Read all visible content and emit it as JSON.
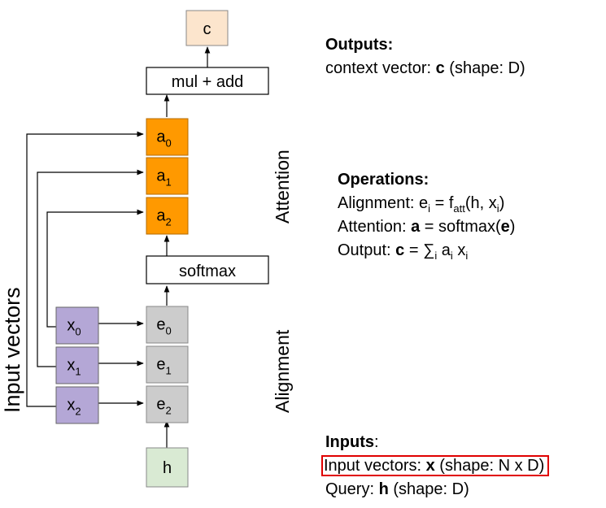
{
  "colors": {
    "output_box": "#fce5cd",
    "attention_box": "#ff9900",
    "alignment_box": "#cccccc",
    "input_box": "#b4a7d6",
    "query_box": "#d9ead3",
    "op_box": "#ffffff",
    "highlight_border": "#e00000"
  },
  "diagram": {
    "output_label": "c",
    "mul_add_label": "mul + add",
    "softmax_label": "softmax",
    "attention": [
      {
        "base": "a",
        "sub": "0"
      },
      {
        "base": "a",
        "sub": "1"
      },
      {
        "base": "a",
        "sub": "2"
      }
    ],
    "alignment": [
      {
        "base": "e",
        "sub": "0"
      },
      {
        "base": "e",
        "sub": "1"
      },
      {
        "base": "e",
        "sub": "2"
      }
    ],
    "inputs": [
      {
        "base": "x",
        "sub": "0"
      },
      {
        "base": "x",
        "sub": "1"
      },
      {
        "base": "x",
        "sub": "2"
      }
    ],
    "query_label": "h",
    "attention_side_label": "Attention",
    "alignment_side_label": "Alignment",
    "input_vectors_side_label": "Input vectors"
  },
  "outputs": {
    "heading": "Outputs:",
    "line_prefix": "context vector: ",
    "line_bold": "c",
    "line_suffix": " (shape: D)"
  },
  "operations": {
    "heading": "Operations:",
    "alignment_prefix": "Alignment: e",
    "alignment_sub_i": "i",
    "alignment_mid": " = f",
    "alignment_sub_att": "att",
    "alignment_args": "(h, x",
    "alignment_sub_i2": "i",
    "alignment_end": ")",
    "attention_prefix": "Attention: ",
    "attention_bold_a": "a",
    "attention_mid": " = softmax(",
    "attention_bold_e": "e",
    "attention_end": ")",
    "output_prefix": "Output: ",
    "output_bold_c": "c",
    "output_mid": " = ∑",
    "output_sub_i": "i",
    "output_a": " a",
    "output_sub_i2": "i",
    "output_x": " x",
    "output_sub_i3": "i"
  },
  "inputs_panel": {
    "heading": "Inputs",
    "heading_colon": ":",
    "input_prefix": "Input vectors: ",
    "input_bold": "x",
    "input_suffix": " (shape: N x D)",
    "query_prefix": "Query: ",
    "query_bold": "h",
    "query_suffix": " (shape: D)"
  }
}
